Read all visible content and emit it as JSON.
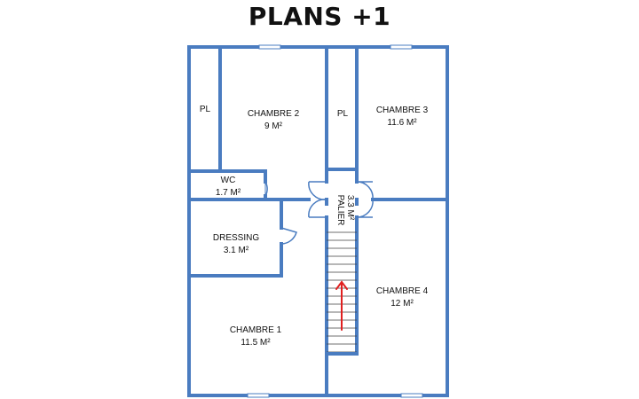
{
  "title": "PLANS +1",
  "colors": {
    "wall": "#4A7CC0",
    "stair_line": "#3f3f3f",
    "arrow": "#E02020",
    "text": "#111111"
  },
  "rooms": {
    "pl_left": {
      "name": "PL"
    },
    "chambre2": {
      "name": "CHAMBRE 2",
      "area": "9 M²"
    },
    "pl_middle": {
      "name": "PL"
    },
    "chambre3": {
      "name": "CHAMBRE 3",
      "area": "11.6 M²"
    },
    "wc": {
      "name": "WC",
      "area": "1.7 M²"
    },
    "palier": {
      "name": "PALIER",
      "area": "3.3 M²"
    },
    "dressing": {
      "name": "DRESSING",
      "area": "3.1 M²"
    },
    "chambre4": {
      "name": "CHAMBRE 4",
      "area": "12 M²"
    },
    "chambre1": {
      "name": "CHAMBRE 1",
      "area": "11.5 M²"
    }
  },
  "stairs": {
    "direction": "up"
  }
}
